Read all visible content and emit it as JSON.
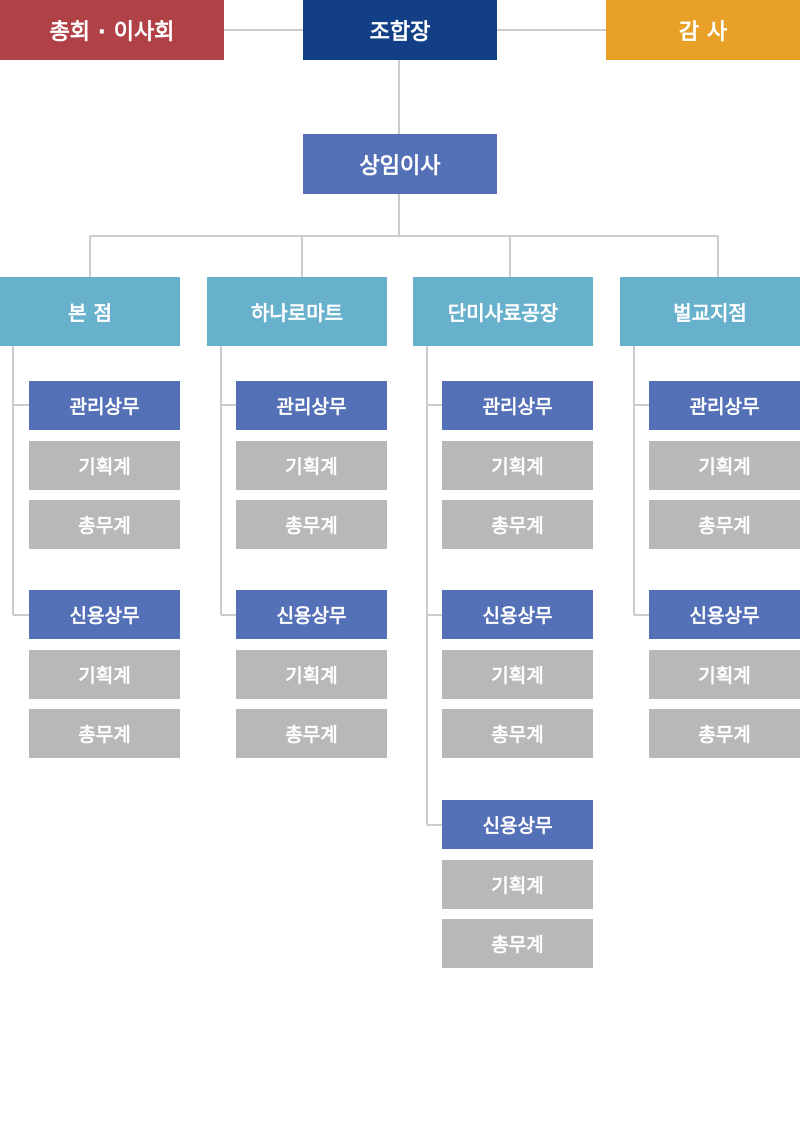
{
  "top": {
    "left_label": "총회 · 이사회",
    "center_label": "조합장",
    "right_label": "감 사"
  },
  "director": "상임이사",
  "branches": [
    {
      "name": "본 점",
      "groups": [
        {
          "head": "관리상무",
          "items": [
            "기획계",
            "총무계"
          ]
        },
        {
          "head": "신용상무",
          "items": [
            "기획계",
            "총무계"
          ]
        }
      ]
    },
    {
      "name": "하나로마트",
      "groups": [
        {
          "head": "관리상무",
          "items": [
            "기획계",
            "총무계"
          ]
        },
        {
          "head": "신용상무",
          "items": [
            "기획계",
            "총무계"
          ]
        }
      ]
    },
    {
      "name": "단미사료공장",
      "groups": [
        {
          "head": "관리상무",
          "items": [
            "기획계",
            "총무계"
          ]
        },
        {
          "head": "신용상무",
          "items": [
            "기획계",
            "총무계"
          ]
        },
        {
          "head": "신용상무",
          "items": [
            "기획계",
            "총무계"
          ]
        }
      ]
    },
    {
      "name": "벌교지점",
      "groups": [
        {
          "head": "관리상무",
          "items": [
            "기획계",
            "총무계"
          ]
        },
        {
          "head": "신용상무",
          "items": [
            "기획계",
            "총무계"
          ]
        }
      ]
    }
  ],
  "colors": {
    "general_meeting": "#b04146",
    "president": "#123f85",
    "auditor": "#e8a126",
    "director": "#5470b6",
    "branch": "#68b1cd",
    "department_head": "#5470b6",
    "team": "#b8b8b8",
    "connector": "#cccccc"
  }
}
